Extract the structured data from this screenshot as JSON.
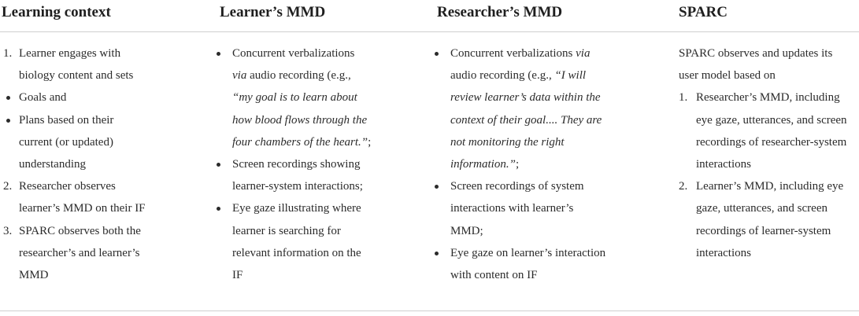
{
  "headers": {
    "learning_context": "Learning context",
    "learner_mmd": "Learner’s MMD",
    "researcher_mmd": "Researcher’s MMD",
    "sparc": "SPARC"
  },
  "learning_context": {
    "item1_num": "1.",
    "item1_l1": "Learner engages with",
    "item1_l2": "biology content and sets",
    "sub1": "Goals and",
    "sub2_l1": "Plans based on their",
    "sub2_l2": "current (or updated)",
    "sub2_l3": "understanding",
    "item2_num": "2.",
    "item2_l1": "Researcher observes",
    "item2_l2": "learner’s MMD on their IF",
    "item3_num": "3.",
    "item3_l1": "SPARC observes both the",
    "item3_l2": "researcher’s and learner’s",
    "item3_l3": "MMD"
  },
  "learner_mmd": {
    "b1_l1": "Concurrent verbalizations",
    "b1_l2_italic": "via",
    "b1_l2_rest": " audio recording (e.g.,",
    "b1_l3": "“my goal is to learn about",
    "b1_l4": "how blood flows through the",
    "b1_l5": "four chambers of the heart.”",
    "b1_l5_end": ";",
    "b2_l1": "Screen recordings showing",
    "b2_l2": "learner-system interactions;",
    "b3_l1": "Eye gaze illustrating where",
    "b3_l2": "learner is searching for",
    "b3_l3": "relevant information on the",
    "b3_l4": "IF"
  },
  "researcher_mmd": {
    "b1_l1_a": "Concurrent verbalizations ",
    "b1_l1_italic": "via",
    "b1_l2_a": "audio recording (e.g., ",
    "b1_l2_italic": "“I will",
    "b1_l3": "review learner’s data within the",
    "b1_l4": "context of their goal.... They are",
    "b1_l5": "not monitoring the right",
    "b1_l6": "information.”",
    "b1_l6_end": ";",
    "b2_l1": "Screen recordings of system",
    "b2_l2": "interactions with learner’s",
    "b2_l3": "MMD;",
    "b3_l1": "Eye gaze on learner’s interaction",
    "b3_l2": "with content on IF"
  },
  "sparc": {
    "intro_l1": "SPARC observes and updates its",
    "intro_l2": "user model based on",
    "item1_num": "1.",
    "item1_l1": "Researcher’s MMD, including",
    "item1_l2": "eye gaze, utterances, and screen",
    "item1_l3": "recordings of researcher-system",
    "item1_l4": "interactions",
    "item2_num": "2.",
    "item2_l1": "Learner’s MMD, including eye",
    "item2_l2": "gaze, utterances, and screen",
    "item2_l3": "recordings of learner-system",
    "item2_l4": "interactions"
  }
}
